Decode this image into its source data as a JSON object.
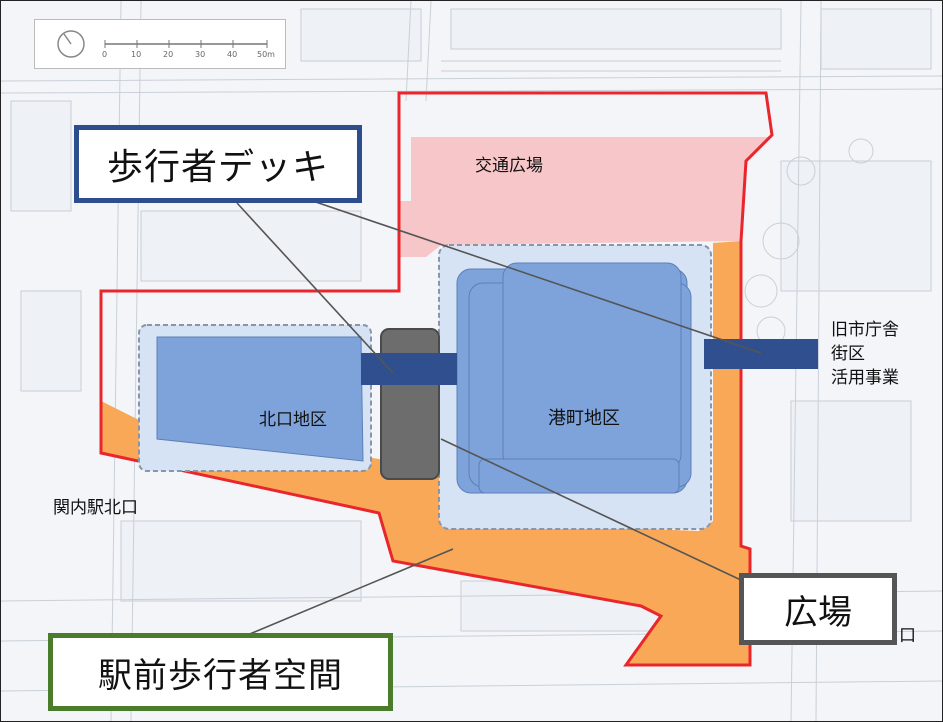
{
  "callouts": {
    "pedestrian_deck": "歩行者デッキ",
    "plaza": "広場",
    "station_front_pedestrian_space": "駅前歩行者空間"
  },
  "area_labels": {
    "traffic_plaza": "交通広場",
    "north_exit_district": "北口地区",
    "minatomachi_district": "港町地区",
    "kannai_station_north_exit": "関内駅北口",
    "former_city_hall_lines": [
      "旧市庁舎",
      "街区",
      "活用事業"
    ],
    "edge_fragment": "口"
  },
  "scale_bar": {
    "ticks": [
      "0",
      "10",
      "20",
      "30",
      "40",
      "50m"
    ]
  },
  "colors": {
    "boundary_red": "#e8262b",
    "traffic_plaza_pink": "#f7c6c8",
    "plaza_orange": "#f9a857",
    "district_blue": "#7ea3db",
    "district_blue_light": "#d6e3f4",
    "deck_navy": "#2f4f8f",
    "deck_grey": "#6d6d6d",
    "callout_deck_border": "#2e4d8c",
    "callout_plaza_border": "#555555",
    "callout_station_border": "#4a7c2c"
  }
}
